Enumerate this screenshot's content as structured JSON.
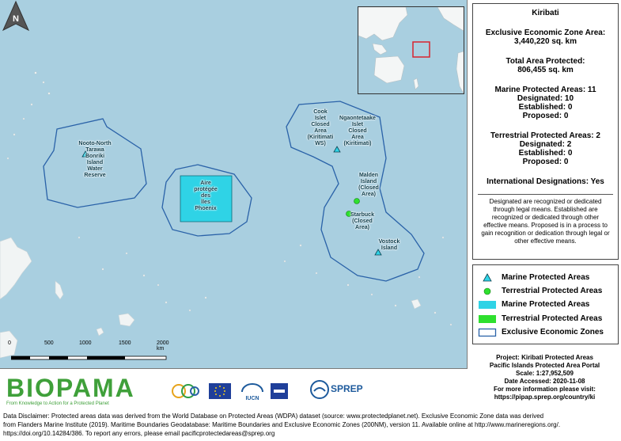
{
  "map": {
    "north_label": "N",
    "site_labels": {
      "north_tarawa": "Nooto-North\nTarawa\nBonriki\nIsland\nWater\nReserve",
      "phoenix": "Aire\nprotégée\ndes\nîles\nPhoenix",
      "cook": "Cook\nIslet\nClosed\nArea\n(Kiritimati\nWS)",
      "ngaontetaake": "Ngaontetaake\nIslet\nClosed\nArea\n(Kiritimati)",
      "malden": "Malden\nIsland\n(Closed\nArea)",
      "starbuck": "Starbuck\n(Closed\nArea)",
      "vostok": "Vostock\nIsland"
    },
    "scale_ticks": [
      "0",
      "500",
      "1000",
      "1500",
      "2000 km"
    ],
    "colors": {
      "ocean": "#a9cfe0",
      "land": "#f4f6f6",
      "eez": "#2a62a8",
      "mpa": "#2fd3e6",
      "tpa": "#2ee02e"
    }
  },
  "panel": {
    "title": "Kiribati",
    "eez_label": "Exclusive Economic Zone Area:",
    "eez_value": "3,440,220 sq. km",
    "total_label": "Total Area Protected:",
    "total_value": "806,455 sq. km",
    "mpa_title": "Marine Protected Areas: 11",
    "mpa_designated": "Designated: 10",
    "mpa_established": "Established: 0",
    "mpa_proposed": "Proposed: 0",
    "tpa_title": "Terrestrial Protected Areas: 2",
    "tpa_designated": "Designated: 2",
    "tpa_established": "Established: 0",
    "tpa_proposed": "Proposed: 0",
    "intl": "International Designations: Yes",
    "disclaimer": "Designated are recognized or dedicated through legal means. Established are recognized or dedicated through other effective means. Proposed is in a process to gain recognition or dedication through legal or other effective means."
  },
  "legend": {
    "items": [
      {
        "label": "Marine Protected Areas",
        "icon": "triangle"
      },
      {
        "label": "Terrestrial Protected Areas",
        "icon": "circle"
      },
      {
        "label": "Marine Protected Areas",
        "icon": "fill-cyan"
      },
      {
        "label": "Terrestrial Protected Areas",
        "icon": "fill-green"
      },
      {
        "label": "Exclusive Economic Zones",
        "icon": "outline"
      }
    ]
  },
  "project": {
    "line1": "Project: Kiribati Protected Areas",
    "line2": "Pacific Islands Protected Area Portal",
    "line3": "Scale: 1:27,952,509",
    "line4": "Date Accessed: 2020-11-08",
    "line5": "For more information please visit:",
    "line6": "https://pipap.sprep.org/country/ki"
  },
  "logos": {
    "biopama": "BIOPAMA",
    "biopama_tag": "From Knowledge to Action for a Protected Planet",
    "iucn": "IUCN",
    "sprep": "SPREP"
  },
  "footer": {
    "line1": "Data Disclaimer:  Protected areas data was derived from the World Database on Protected Areas (WDPA) dataset (source: www.protectedplanet.net).  Exclusive Economic Zone data was derived",
    "line2": "from Flanders Marine Institute (2019). Maritime Boundaries Geodatabase: Maritime Boundaries and Exclusive Economic Zones  (200NM), version 11. Available online at http://www.marineregions.org/.",
    "line3": " https://doi.org/10.14284/386.  To report any errors, please email pacificprotectedareas@sprep.org"
  }
}
